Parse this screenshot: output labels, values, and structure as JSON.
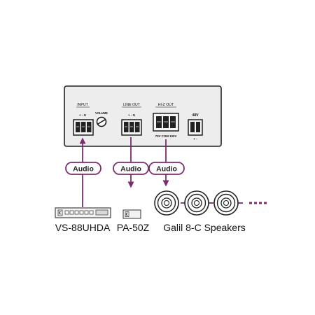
{
  "panel": {
    "input_label": "Input",
    "input_polarity": "+ - G",
    "volume_label": "Volume",
    "line_out_label": "Line Out",
    "line_out_polarity": "+ - G",
    "hiz_out_label": "Hi-Z Out",
    "hiz_terminals": "70V  COM 100V",
    "v48_label": "48V",
    "v48_polarity": "+  -"
  },
  "connections": {
    "audio_in": "Audio",
    "audio_line": "Audio",
    "audio_hiz": "Audio"
  },
  "devices": {
    "source": "VS-88UHDA",
    "amplifier": "PA-50Z",
    "speakers": "Galil 8-C Speakers"
  },
  "colors": {
    "connection": "#7b2d6e",
    "panel_fill": "#ededed",
    "panel_stroke": "#222222"
  }
}
